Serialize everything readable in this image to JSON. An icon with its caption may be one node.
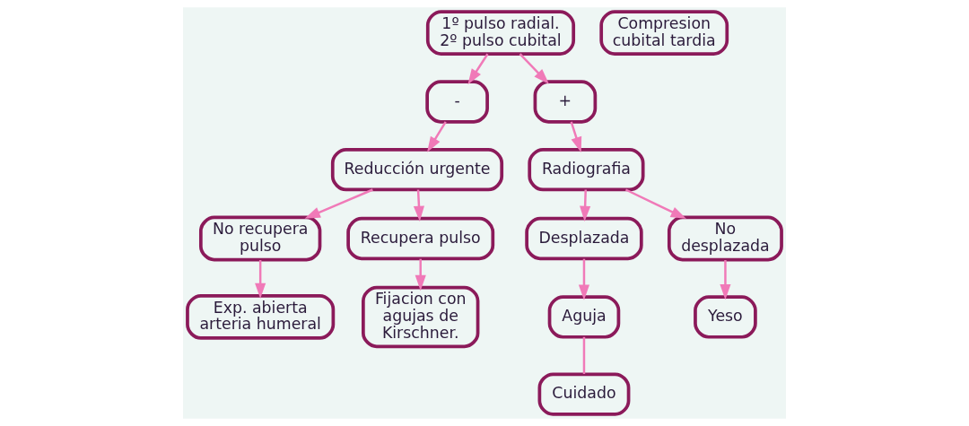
{
  "diagram": {
    "nodes": [
      {
        "text": [
          "1º pulso radial.",
          "2º pulso cubital"
        ]
      },
      {
        "text": [
          "-"
        ]
      },
      {
        "text": [
          "+"
        ]
      },
      {
        "text": [
          "Reducción urgente"
        ]
      },
      {
        "text": [
          "Radiografia"
        ]
      },
      {
        "text": [
          "No recupera pulso"
        ]
      },
      {
        "text": [
          "Recupera pulso"
        ]
      },
      {
        "text": [
          "Desplazada"
        ]
      },
      {
        "text": [
          "No desplazada"
        ]
      },
      {
        "text": [
          "Exp. abierta arteria humeral"
        ]
      },
      {
        "text": [
          "Fijacion con agujas de Kirschner."
        ]
      },
      {
        "text": [
          "Aguja"
        ]
      },
      {
        "text": [
          "Cuidado"
        ]
      },
      {
        "text": [
          "Compresion cubital tardia"
        ]
      },
      {
        "text": [
          "Yeso"
        ]
      }
    ],
    "edges": [
      {
        "from": 0,
        "to": 1,
        "arrow": "to"
      },
      {
        "from": 0,
        "to": 2,
        "arrow": "to"
      },
      {
        "from": 1,
        "to": 3,
        "arrow": "to"
      },
      {
        "from": 2,
        "to": 4,
        "arrow": "to"
      },
      {
        "from": 3,
        "to": 5,
        "arrow": "to"
      },
      {
        "from": 3,
        "to": 6,
        "arrow": "to"
      },
      {
        "from": 4,
        "to": 7,
        "arrow": "to"
      },
      {
        "from": 4,
        "to": 8,
        "arrow": "to"
      },
      {
        "from": 5,
        "to": 9,
        "arrow": "to"
      },
      {
        "from": 6,
        "to": 10,
        "arrow": "to"
      },
      {
        "from": 7,
        "to": 11,
        "arrow": "to"
      },
      {
        "from": 11,
        "to": 12,
        "arrow": "none"
      },
      {
        "from": 8,
        "to": 14,
        "arrow": "to"
      }
    ]
  }
}
